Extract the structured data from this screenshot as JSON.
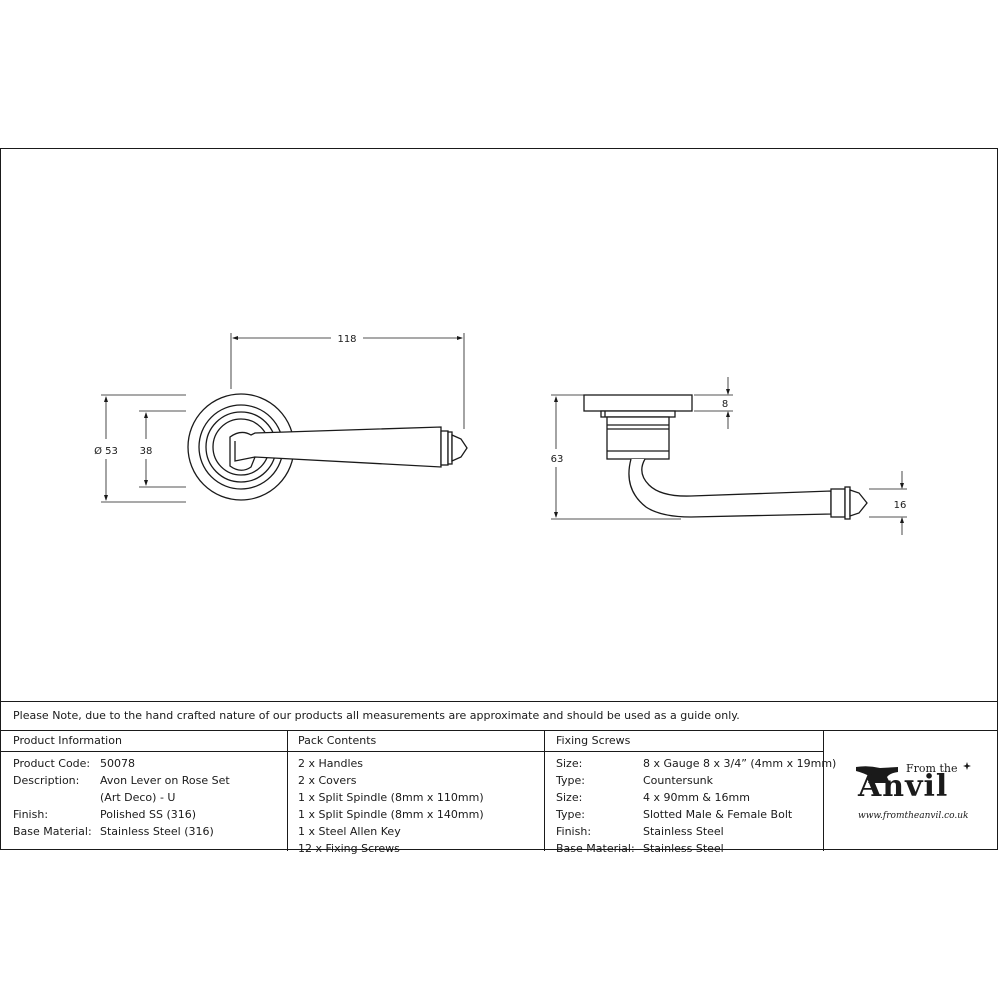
{
  "drawing": {
    "front_view": {
      "width_dim": "118",
      "diameter_dim": "Ø 53",
      "inner_dim": "38"
    },
    "side_view": {
      "height_dim": "63",
      "rose_dim": "8",
      "lever_dim": "16"
    }
  },
  "note": "Please Note, due to the hand crafted nature of our products all measurements are approximate and should be used as a guide only.",
  "product_info": {
    "header": "Product Information",
    "rows": [
      {
        "key": "Product Code:",
        "value": "50078"
      },
      {
        "key": "Description:",
        "value": "Avon Lever on Rose Set"
      },
      {
        "key": "",
        "value": "(Art Deco) - U"
      },
      {
        "key": "Finish:",
        "value": "Polished SS (316)"
      },
      {
        "key": "Base Material:",
        "value": "Stainless Steel (316)"
      }
    ]
  },
  "pack_contents": {
    "header": "Pack Contents",
    "items": [
      "2 x Handles",
      "2 x Covers",
      "1 x Split Spindle (8mm x 110mm)",
      "1 x Split Spindle (8mm x 140mm)",
      "1 x Steel Allen Key",
      "12 x Fixing Screws"
    ]
  },
  "fixing_screws": {
    "header": "Fixing Screws",
    "rows": [
      {
        "key": "Size:",
        "value": "8 x Gauge 8 x 3/4” (4mm x 19mm)"
      },
      {
        "key": "Type:",
        "value": "Countersunk"
      },
      {
        "key": "Size:",
        "value": "4 x 90mm & 16mm"
      },
      {
        "key": "Type:",
        "value": "Slotted Male & Female Bolt"
      },
      {
        "key": "Finish:",
        "value": "Stainless Steel"
      },
      {
        "key": "Base Material:",
        "value": "Stainless Steel"
      }
    ]
  },
  "logo": {
    "from": "From the",
    "brand": "Anvil",
    "url": "www.fromtheanvil.co.uk"
  }
}
